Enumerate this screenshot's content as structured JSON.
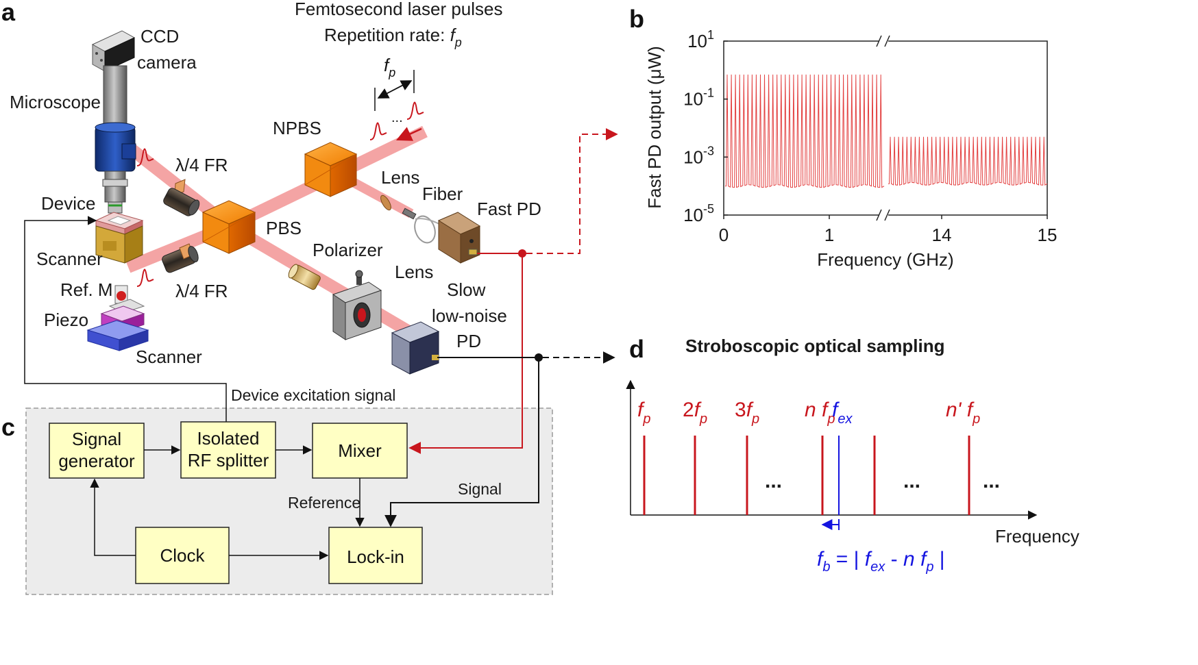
{
  "panels": {
    "a": "a",
    "b": "b",
    "c": "c",
    "d": "d"
  },
  "panel_a": {
    "title_line1": "Femtosecond laser pulses",
    "title_line2_prefix": "Repetition rate: ",
    "fp_symbol": "f",
    "fp_sub": "p",
    "labels": {
      "ccd": "CCD",
      "camera": "camera",
      "microscope": "Microscope",
      "device": "Device",
      "scanner_top": "Scanner",
      "refm": "Ref. M",
      "piezo": "Piezo",
      "scanner_bottom": "Scanner",
      "qwfr_top": "λ/4 FR",
      "qwfr_bottom": "λ/4 FR",
      "npbs": "NPBS",
      "pbs": "PBS",
      "lens_top": "Lens",
      "fiber": "Fiber",
      "fast_pd": "Fast PD",
      "polarizer": "Polarizer",
      "lens_bottom": "Lens",
      "slow_pd_1": "Slow",
      "slow_pd_2": "low-noise",
      "slow_pd_3": "PD",
      "dots": "..."
    }
  },
  "panel_b": {
    "ylabel": "Fast PD output (μW)",
    "xlabel": "Frequency (GHz)",
    "yticks": [
      {
        "base": "10",
        "exp": "1"
      },
      {
        "base": "10",
        "exp": "-1"
      },
      {
        "base": "10",
        "exp": "-3"
      },
      {
        "base": "10",
        "exp": "-5"
      }
    ],
    "xticks": [
      "0",
      "1",
      "14",
      "15"
    ]
  },
  "chart_data": {
    "type": "line",
    "xlabel": "Frequency (GHz)",
    "ylabel": "Fast PD output (μW)",
    "y_scale": "log",
    "ylim": [
      1e-05,
      10
    ],
    "broken_x_axis": true,
    "segments": [
      {
        "xlim": [
          0,
          1.5
        ],
        "comb_lines": 38,
        "peak_uW": 0.7,
        "floor_uW": 0.0001
      },
      {
        "xlim": [
          13.5,
          15
        ],
        "comb_lines": 38,
        "peak_uW": 0.005,
        "floor_uW": 0.00012
      }
    ]
  },
  "panel_c": {
    "signal_generator_1": "Signal",
    "signal_generator_2": "generator",
    "rf_splitter_1": "Isolated",
    "rf_splitter_2": "RF splitter",
    "mixer": "Mixer",
    "clock": "Clock",
    "lockin": "Lock-in",
    "device_excitation": "Device excitation signal",
    "reference": "Reference",
    "signal": "Signal"
  },
  "panel_d": {
    "title": "Stroboscopic optical sampling",
    "xlabel": "Frequency",
    "lines": [
      {
        "coef": "",
        "sym": "f",
        "sub": "p"
      },
      {
        "coef": "2",
        "sym": "f",
        "sub": "p"
      },
      {
        "coef": "3",
        "sym": "f",
        "sub": "p"
      },
      {
        "coef": "n ",
        "sym": "f",
        "sub": "p"
      },
      {
        "coef": "",
        "sym": "f",
        "sub": "ex"
      },
      {
        "coef": "n' ",
        "sym": "f",
        "sub": "p"
      }
    ],
    "dots": "...",
    "beat_eq": {
      "lhs": "f",
      "lhs_sub": "b",
      "mid1": " = | ",
      "fex": "f",
      "fex_sub": "ex",
      "mid2": " - ",
      "n": "n ",
      "fp": "f",
      "fp_sub": "p",
      "end": " |"
    }
  },
  "colors": {
    "red": "#c8161d",
    "blue": "#1414e0",
    "beam": "#f4a4a4",
    "box": "#ffffc4",
    "panel_bg": "#ececec"
  }
}
